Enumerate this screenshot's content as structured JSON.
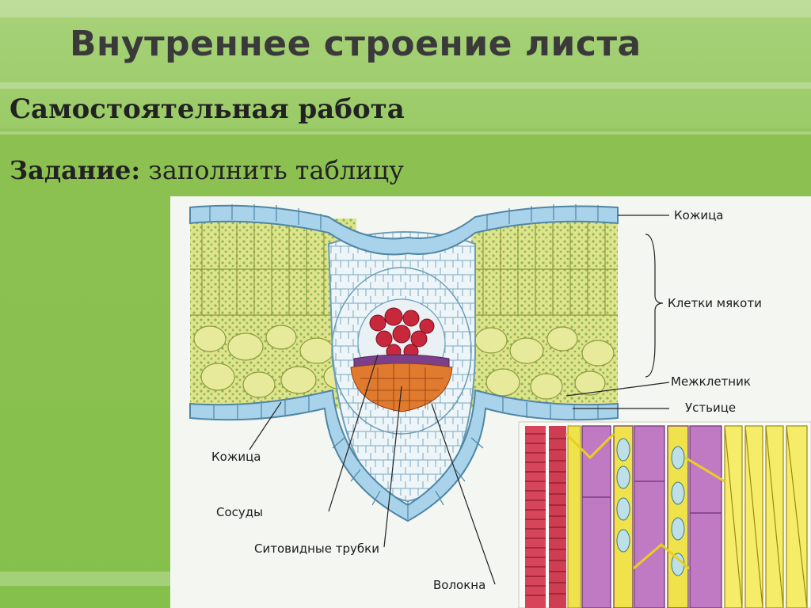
{
  "header": {
    "title": "Внутреннее строение листа",
    "subtitle": "Самостоятельная работа",
    "task_label": "Задание:",
    "task_text": "заполнить таблицу"
  },
  "diagram": {
    "labels": {
      "epidermis_top": "Кожица",
      "mesophyll": "Клетки мякоти",
      "intercellular": "Межклетник",
      "stoma": "Устьице",
      "epidermis_bottom": "Кожица",
      "vessels": "Сосуды",
      "sieve_tubes": "Ситовидные трубки",
      "fibers": "Волокна"
    },
    "colors": {
      "epidermis": "#a9d3ea",
      "mesophyll": "#dfe48a",
      "chloroplast": "#6aa04a",
      "xylem": "#c8283c",
      "phloem": "#e07a2e",
      "sieve": "#7d3f8a",
      "fiber_purple": "#c07ac4",
      "fiber_yellow": "#f0e24a"
    }
  }
}
